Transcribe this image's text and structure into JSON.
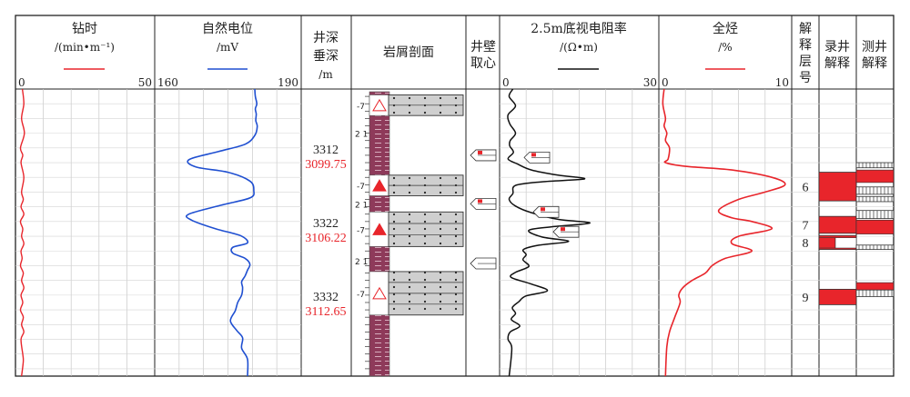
{
  "chart_data": {
    "type": "line",
    "title": "",
    "columns": {
      "drill_time": {
        "name": "钻时",
        "unit": "/(min•m⁻¹)",
        "range": [
          0,
          50
        ],
        "color": "#e8252b"
      },
      "sp": {
        "name": "自然电位",
        "unit": "/mV",
        "range": [
          160,
          190
        ],
        "color": "#1f4fd1"
      },
      "depth": {
        "name_line1": "井深",
        "name_line2": "垂深",
        "unit": "/m"
      },
      "lithology": {
        "name": "岩屑剖面"
      },
      "core": {
        "name_line1": "井壁",
        "name_line2": "取心"
      },
      "resistivity": {
        "name": "2.5m底视电阻率",
        "unit": "/(Ω•m)",
        "range": [
          0,
          30
        ],
        "color": "#111111"
      },
      "total_hc": {
        "name": "全烃",
        "unit": "/%",
        "range": [
          0,
          10
        ],
        "color": "#e8252b"
      },
      "layer_no": {
        "lines": [
          "解",
          "释",
          "层",
          "号"
        ]
      },
      "mudlog_interp": {
        "name_line1": "录井",
        "name_line2": "解释"
      },
      "wireline_interp": {
        "name_line1": "测井",
        "name_line2": "解释"
      }
    },
    "depth_range": [
      3303,
      3342
    ],
    "depth_marks": [
      {
        "md": "3312",
        "tvd": "3099.75"
      },
      {
        "md": "3322",
        "tvd": "3106.22"
      },
      {
        "md": "3332",
        "tvd": "3112.65"
      }
    ],
    "series": [
      {
        "name": "钻时",
        "column": "drill_time",
        "x": [
          2.5,
          3.0,
          2.2,
          3.2,
          1.8,
          2.6,
          2.0,
          3.0,
          2.2,
          2.8,
          2.0,
          3.0,
          1.8,
          2.6,
          2.2,
          3.0,
          2.0,
          2.4,
          1.8,
          2.8,
          2.2,
          3.0,
          2.0,
          2.6,
          1.8,
          2.8,
          2.2,
          3.0,
          2.0,
          2.6,
          2.8,
          2.2
        ],
        "y": [
          3303,
          3305,
          3307,
          3309,
          3311,
          3312,
          3313,
          3315,
          3317,
          3318,
          3319,
          3320,
          3321,
          3322,
          3323,
          3324,
          3325,
          3326,
          3327,
          3328,
          3329,
          3330,
          3331,
          3332,
          3333,
          3334,
          3335,
          3336,
          3337,
          3339,
          3340,
          3342
        ]
      },
      {
        "name": "自然电位",
        "column": "sp",
        "x": [
          180.5,
          180.6,
          180.9,
          180.6,
          180.8,
          180.7,
          181.0,
          180.5,
          178.5,
          173.0,
          167.0,
          168.5,
          175.0,
          179.5,
          180.3,
          179.5,
          173.5,
          167.0,
          167.5,
          172.5,
          177.5,
          179.0,
          176.0,
          176.0,
          178.5,
          179.5,
          179.0,
          178.5,
          177.8,
          178.0,
          177.8,
          177.0,
          176.5,
          175.5,
          176.8,
          178.0,
          177.8,
          179.0,
          179.0
        ],
        "y": [
          3303,
          3304,
          3305,
          3305.7,
          3306.4,
          3307.3,
          3308.1,
          3309.3,
          3310.5,
          3311.5,
          3312.6,
          3313.6,
          3314.3,
          3315.5,
          3316.8,
          3317.8,
          3318.8,
          3320.0,
          3320.8,
          3322.0,
          3322.9,
          3323.9,
          3324.5,
          3325.3,
          3326.0,
          3326.8,
          3327.6,
          3328.4,
          3329.2,
          3330.0,
          3331.0,
          3332.0,
          3333.1,
          3334.5,
          3335.8,
          3336.8,
          3338.2,
          3339.7,
          3342.0
        ]
      },
      {
        "name": "2.5m底视电阻率",
        "column": "resistivity",
        "x": [
          2.5,
          1.8,
          3.0,
          1.6,
          1.9,
          3.0,
          2.0,
          1.9,
          2.6,
          1.6,
          3.4,
          6.0,
          11.0,
          16.0,
          8.0,
          3.0,
          2.5,
          1.8,
          3.0,
          6.0,
          11.0,
          17.0,
          10.0,
          5.5,
          8.0,
          13.0,
          7.5,
          4.5,
          5.0,
          4.4,
          5.5,
          3.0,
          2.2,
          6.0,
          9.0,
          5.0,
          3.6,
          2.4,
          3.0,
          2.2,
          3.8,
          2.0,
          1.6,
          2.3,
          1.8
        ],
        "y": [
          3303,
          3304,
          3305.3,
          3306.5,
          3307.7,
          3309.0,
          3310.0,
          3310.7,
          3311.6,
          3312.5,
          3313.2,
          3314.0,
          3314.7,
          3315.2,
          3315.6,
          3316.1,
          3317.2,
          3318.0,
          3318.9,
          3319.8,
          3320.7,
          3321.2,
          3321.7,
          3322.2,
          3323.1,
          3323.7,
          3324.2,
          3324.8,
          3325.5,
          3326.2,
          3327.1,
          3327.9,
          3328.6,
          3329.5,
          3330.4,
          3331.1,
          3331.9,
          3332.7,
          3333.5,
          3334.3,
          3335.2,
          3336.0,
          3337.0,
          3338.2,
          3342.0
        ]
      },
      {
        "name": "全烃",
        "column": "total_hc",
        "x": [
          0.4,
          0.3,
          0.5,
          0.4,
          0.6,
          0.5,
          0.8,
          0.7,
          0.5,
          2.0,
          5.5,
          8.5,
          9.5,
          8.0,
          6.0,
          4.5,
          5.5,
          7.0,
          8.5,
          6.0,
          5.5,
          7.0,
          5.0,
          4.0,
          3.5,
          2.5,
          1.8,
          1.5,
          1.6,
          1.2,
          0.8,
          0.6,
          0.5
        ],
        "y": [
          3303,
          3305,
          3307,
          3308,
          3309,
          3310,
          3311,
          3312.5,
          3313.0,
          3313.5,
          3314.0,
          3315.0,
          3316.0,
          3317.0,
          3318.0,
          3319.5,
          3320.5,
          3321.0,
          3322.0,
          3323.0,
          3324.0,
          3325.0,
          3326.0,
          3327.0,
          3328.0,
          3329.0,
          3330.0,
          3331.0,
          3332.0,
          3334.0,
          3336.0,
          3338.0,
          3342.0
        ]
      }
    ],
    "lithology_boxes": [
      {
        "top": 3303.8,
        "bottom": 3306.6,
        "code": "-7"
      },
      {
        "top": 3314.7,
        "bottom": 3317.5,
        "code": "-7"
      },
      {
        "top": 3319.7,
        "bottom": 3324.4,
        "code": "-7"
      },
      {
        "top": 3327.8,
        "bottom": 3333.7,
        "code": "-7"
      }
    ],
    "lithology_labels": [
      {
        "depth": 3309.0,
        "text": "2 1"
      },
      {
        "depth": 3318.6,
        "text": "2 1"
      },
      {
        "depth": 3326.3,
        "text": "2 1"
      }
    ],
    "layers": [
      {
        "no": "6",
        "top": 3314.3,
        "bottom": 3318.2
      },
      {
        "no": "7",
        "top": 3320.3,
        "bottom": 3322.6
      },
      {
        "no": "8",
        "top": 3322.9,
        "bottom": 3324.8
      },
      {
        "no": "9",
        "top": 3330.2,
        "bottom": 3332.3
      }
    ]
  }
}
